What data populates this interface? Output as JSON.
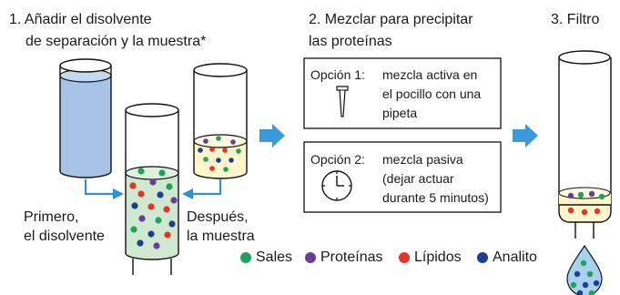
{
  "steps": [
    {
      "label_line1": "1. Añadir el disolvente",
      "label_line2": "de separación y la muestra*"
    },
    {
      "label_line1": "2. Mezclar para precipitar",
      "label_line2": "las proteínas"
    },
    {
      "label_line1": "3. Filtro"
    }
  ],
  "captions": {
    "first_line1": "Primero,",
    "first_line2": "el disolvente",
    "after_line1": "Después,",
    "after_line2": "la muestra"
  },
  "options": [
    {
      "name": "Opción 1:",
      "lines": [
        "mezcla activa en",
        "el pocillo con una",
        "pipeta"
      ],
      "icon": "pipette-icon"
    },
    {
      "name": "Opción 2:",
      "lines": [
        "mezcla pasiva",
        "(dejar actuar",
        "durante 5 minutos)"
      ],
      "icon": "clock-icon"
    }
  ],
  "legend": [
    {
      "label": "Sales",
      "color": "#1fa35c"
    },
    {
      "label": "Proteínas",
      "color": "#6a3d9a"
    },
    {
      "label": "Lípidos",
      "color": "#e53325"
    },
    {
      "label": "Analito",
      "color": "#1d3f8f"
    }
  ],
  "colors": {
    "solvent": "#a7c4e6",
    "mixture": "#cfe8cf",
    "sample": "#fff6cc",
    "arrow": "#3a9ad9",
    "connector": "#2e90d6"
  }
}
